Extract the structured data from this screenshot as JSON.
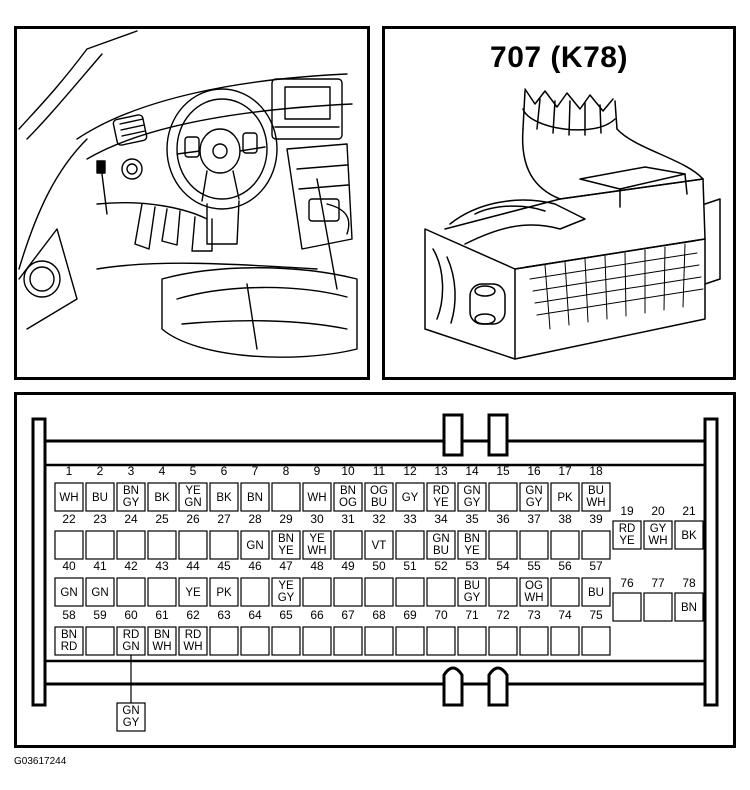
{
  "connector": {
    "title": "707 (K78)"
  },
  "caption": "G03617244",
  "pins": [
    {
      "n": "1",
      "wire": [
        "WH"
      ]
    },
    {
      "n": "2",
      "wire": [
        "BU"
      ]
    },
    {
      "n": "3",
      "wire": [
        "BN",
        "GY"
      ]
    },
    {
      "n": "4",
      "wire": [
        "BK"
      ]
    },
    {
      "n": "5",
      "wire": [
        "YE",
        "GN"
      ]
    },
    {
      "n": "6",
      "wire": [
        "BK"
      ]
    },
    {
      "n": "7",
      "wire": [
        "BN"
      ]
    },
    {
      "n": "8",
      "wire": []
    },
    {
      "n": "9",
      "wire": [
        "WH"
      ]
    },
    {
      "n": "10",
      "wire": [
        "BN",
        "OG"
      ]
    },
    {
      "n": "11",
      "wire": [
        "OG",
        "BU"
      ]
    },
    {
      "n": "12",
      "wire": [
        "GY"
      ]
    },
    {
      "n": "13",
      "wire": [
        "RD",
        "YE"
      ]
    },
    {
      "n": "14",
      "wire": [
        "GN",
        "GY"
      ]
    },
    {
      "n": "15",
      "wire": []
    },
    {
      "n": "16",
      "wire": [
        "GN",
        "GY"
      ]
    },
    {
      "n": "17",
      "wire": [
        "PK"
      ]
    },
    {
      "n": "18",
      "wire": [
        "BU",
        "WH"
      ]
    },
    {
      "n": "19",
      "wire": [
        "RD",
        "YE"
      ]
    },
    {
      "n": "20",
      "wire": [
        "GY",
        "WH"
      ]
    },
    {
      "n": "21",
      "wire": [
        "BK"
      ]
    },
    {
      "n": "22",
      "wire": []
    },
    {
      "n": "23",
      "wire": []
    },
    {
      "n": "24",
      "wire": []
    },
    {
      "n": "25",
      "wire": []
    },
    {
      "n": "26",
      "wire": []
    },
    {
      "n": "27",
      "wire": []
    },
    {
      "n": "28",
      "wire": [
        "GN"
      ]
    },
    {
      "n": "29",
      "wire": [
        "BN",
        "YE"
      ]
    },
    {
      "n": "30",
      "wire": [
        "YE",
        "WH"
      ]
    },
    {
      "n": "31",
      "wire": []
    },
    {
      "n": "32",
      "wire": [
        "VT"
      ]
    },
    {
      "n": "33",
      "wire": []
    },
    {
      "n": "34",
      "wire": [
        "GN",
        "BU"
      ]
    },
    {
      "n": "35",
      "wire": [
        "BN",
        "YE"
      ]
    },
    {
      "n": "36",
      "wire": []
    },
    {
      "n": "37",
      "wire": []
    },
    {
      "n": "38",
      "wire": []
    },
    {
      "n": "39",
      "wire": []
    },
    {
      "n": "40",
      "wire": [
        "GN"
      ]
    },
    {
      "n": "41",
      "wire": [
        "GN"
      ]
    },
    {
      "n": "42",
      "wire": []
    },
    {
      "n": "43",
      "wire": []
    },
    {
      "n": "44",
      "wire": [
        "YE"
      ]
    },
    {
      "n": "45",
      "wire": [
        "PK"
      ]
    },
    {
      "n": "46",
      "wire": []
    },
    {
      "n": "47",
      "wire": [
        "YE",
        "GY"
      ]
    },
    {
      "n": "48",
      "wire": []
    },
    {
      "n": "49",
      "wire": []
    },
    {
      "n": "50",
      "wire": []
    },
    {
      "n": "51",
      "wire": []
    },
    {
      "n": "52",
      "wire": []
    },
    {
      "n": "53",
      "wire": [
        "BU",
        "GY"
      ]
    },
    {
      "n": "54",
      "wire": []
    },
    {
      "n": "55",
      "wire": [
        "OG",
        "WH"
      ]
    },
    {
      "n": "56",
      "wire": []
    },
    {
      "n": "57",
      "wire": [
        "BU"
      ]
    },
    {
      "n": "58",
      "wire": [
        "BN",
        "RD"
      ]
    },
    {
      "n": "59",
      "wire": []
    },
    {
      "n": "60",
      "wire": [
        "RD",
        "GN"
      ]
    },
    {
      "n": "61",
      "wire": [
        "BN",
        "WH"
      ]
    },
    {
      "n": "62",
      "wire": [
        "RD",
        "WH"
      ]
    },
    {
      "n": "63",
      "wire": []
    },
    {
      "n": "64",
      "wire": []
    },
    {
      "n": "65",
      "wire": []
    },
    {
      "n": "66",
      "wire": []
    },
    {
      "n": "67",
      "wire": []
    },
    {
      "n": "68",
      "wire": []
    },
    {
      "n": "69",
      "wire": []
    },
    {
      "n": "70",
      "wire": []
    },
    {
      "n": "71",
      "wire": []
    },
    {
      "n": "72",
      "wire": []
    },
    {
      "n": "73",
      "wire": []
    },
    {
      "n": "74",
      "wire": []
    },
    {
      "n": "75",
      "wire": []
    },
    {
      "n": "76",
      "wire": []
    },
    {
      "n": "77",
      "wire": []
    },
    {
      "n": "78",
      "wire": [
        "BN"
      ]
    }
  ],
  "splice": {
    "pin": "60",
    "wire": [
      "GN",
      "GY"
    ]
  }
}
